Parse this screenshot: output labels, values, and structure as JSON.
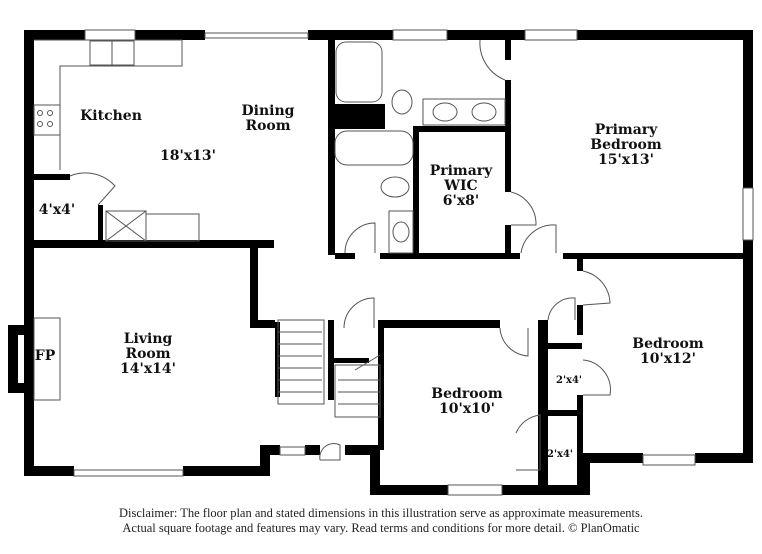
{
  "floor_plan": {
    "rooms": [
      {
        "id": "kitchen",
        "name": "Kitchen",
        "dims": ""
      },
      {
        "id": "dining",
        "name": "Dining Room",
        "name_line1": "Dining",
        "name_line2": "Room",
        "dims": "18'x13'"
      },
      {
        "id": "pantry",
        "name": "",
        "dims": "4'x4'"
      },
      {
        "id": "living",
        "name": "Living Room",
        "name_line1": "Living",
        "name_line2": "Room",
        "dims": "14'x14'"
      },
      {
        "id": "fireplace",
        "name": "FP",
        "dims": ""
      },
      {
        "id": "primary_wic",
        "name": "Primary WIC",
        "name_line1": "Primary",
        "name_line2": "WIC",
        "dims": "6'x8'"
      },
      {
        "id": "primary_bedroom",
        "name": "Primary Bedroom",
        "name_line1": "Primary",
        "name_line2": "Bedroom",
        "dims": "15'x13'"
      },
      {
        "id": "bedroom_2",
        "name": "Bedroom",
        "dims": "10'x12'"
      },
      {
        "id": "bedroom_3",
        "name": "Bedroom",
        "dims": "10'x10'"
      },
      {
        "id": "closet_1",
        "name": "",
        "dims": "2'x4'"
      },
      {
        "id": "closet_2",
        "name": "",
        "dims": "2'x4'"
      }
    ]
  },
  "disclaimer": {
    "line1": "Disclaimer: The floor plan and stated dimensions in this illustration serve as approximate measurements.",
    "line2": "Actual square footage and features may vary. Read terms and conditions for more detail. © PlanOmatic"
  },
  "colors": {
    "wall": "#000000",
    "background": "#ffffff",
    "fixture_line": "#555555"
  }
}
